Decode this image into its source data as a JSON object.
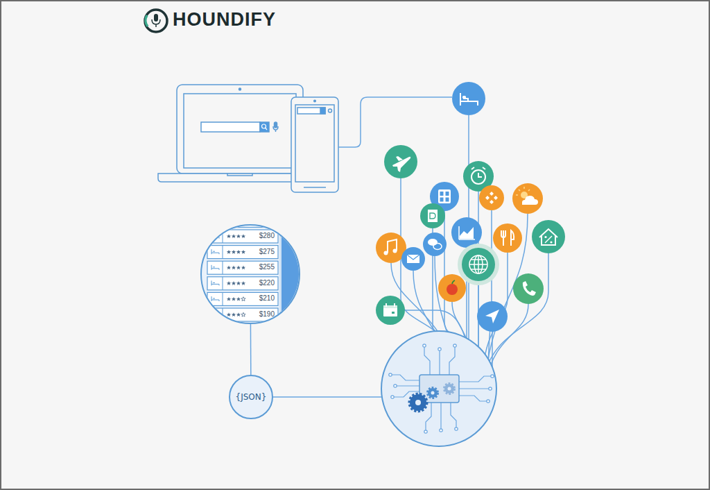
{
  "diagram": {
    "title": "HOUNDIFY",
    "nodes": [
      {
        "text": [
          "$280",
          "$275",
          "$255",
          "$220",
          "$210",
          "$190"
        ]
      },
      {
        "text": [
          "{JSON}"
        ]
      }
    ],
    "edges": [
      {
        "from": 0,
        "to": 1,
        "arrow": "none"
      }
    ]
  }
}
